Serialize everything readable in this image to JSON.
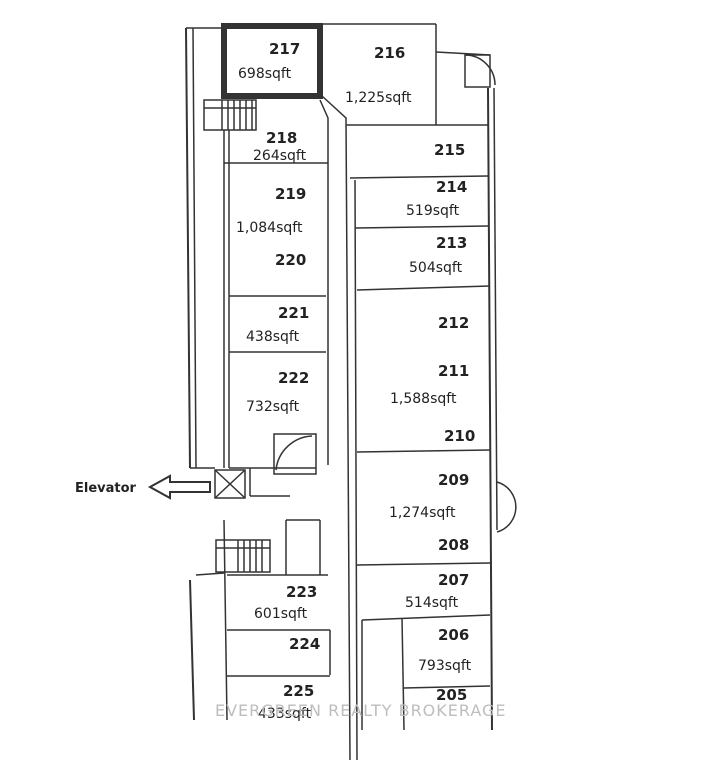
{
  "units": [
    {
      "id": "217",
      "number": "217",
      "area": "698sqft"
    },
    {
      "id": "216",
      "number": "216",
      "area": "1,225sqft"
    },
    {
      "id": "218",
      "number": "218",
      "area": "264sqft"
    },
    {
      "id": "215",
      "number": "215",
      "area": ""
    },
    {
      "id": "214",
      "number": "214",
      "area": "519sqft"
    },
    {
      "id": "219",
      "number": "219",
      "area": "1,084sqft"
    },
    {
      "id": "220",
      "number": "220",
      "area": ""
    },
    {
      "id": "213",
      "number": "213",
      "area": "504sqft"
    },
    {
      "id": "221",
      "number": "221",
      "area": "438sqft"
    },
    {
      "id": "212",
      "number": "212",
      "area": ""
    },
    {
      "id": "222",
      "number": "222",
      "area": "732sqft"
    },
    {
      "id": "211",
      "number": "211",
      "area": "1,588sqft"
    },
    {
      "id": "210",
      "number": "210",
      "area": ""
    },
    {
      "id": "209",
      "number": "209",
      "area": "1,274sqft"
    },
    {
      "id": "208",
      "number": "208",
      "area": ""
    },
    {
      "id": "207",
      "number": "207",
      "area": "514sqft"
    },
    {
      "id": "223",
      "number": "223",
      "area": "601sqft"
    },
    {
      "id": "206",
      "number": "206",
      "area": "793sqft"
    },
    {
      "id": "224",
      "number": "224",
      "area": ""
    },
    {
      "id": "225",
      "number": "225",
      "area": "433sqft"
    },
    {
      "id": "205",
      "number": "205",
      "area": ""
    }
  ],
  "highlighted_unit": "217",
  "labels": {
    "elevator": "Elevator"
  },
  "watermark": "EVERGREEN REALTY BROKERAGE",
  "colors": {
    "line": "#333333",
    "highlight": "#333333",
    "watermark": "#bdbdbd"
  }
}
